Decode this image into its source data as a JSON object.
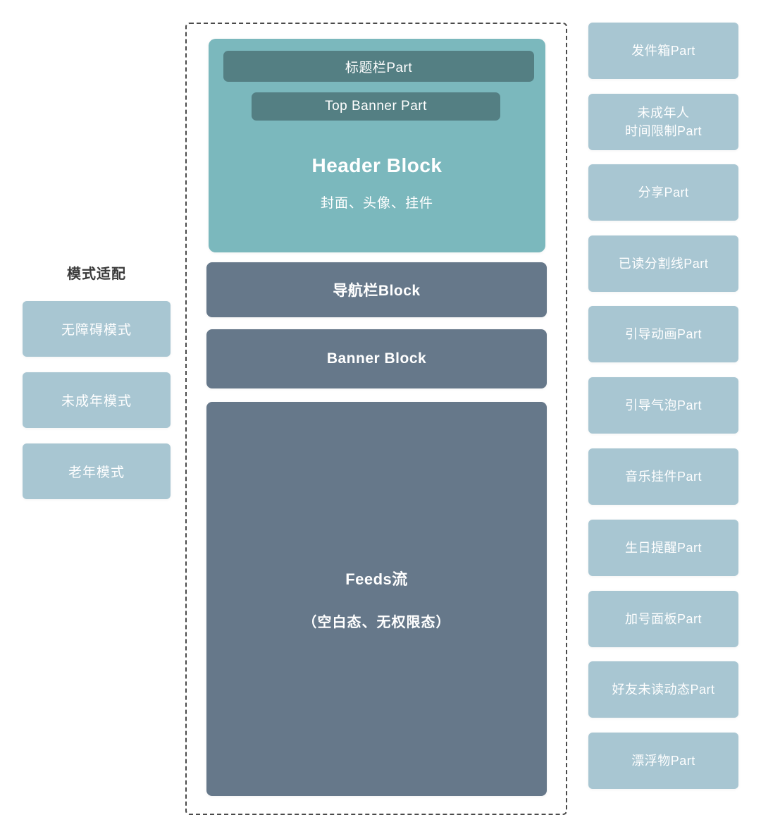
{
  "colors": {
    "teal_block": "#7bb8bd",
    "dark_teal_bar": "#547f83",
    "slate_block": "#66788a",
    "light_blue_box": "#a8c6d2",
    "dashed_border": "#4a4a4a",
    "heading_text": "#3b3b3b",
    "block_text": "#ffffff"
  },
  "left_panel": {
    "title": "模式适配",
    "items": [
      {
        "label": "无障碍模式"
      },
      {
        "label": "未成年模式"
      },
      {
        "label": "老年模式"
      }
    ]
  },
  "center_panel": {
    "header_block": {
      "title_bar_label": "标题栏Part",
      "top_banner_label": "Top Banner Part",
      "title": "Header Block",
      "subtitle": "封面、头像、挂件"
    },
    "nav_block_label": "导航栏Block",
    "banner_block_label": "Banner Block",
    "feeds_block": {
      "title": "Feeds流",
      "subtitle": "（空白态、无权限态）"
    }
  },
  "right_panel": {
    "items": [
      {
        "label": "发件箱Part"
      },
      {
        "label": "未成年人\n时间限制Part"
      },
      {
        "label": "分享Part"
      },
      {
        "label": "已读分割线Part"
      },
      {
        "label": "引导动画Part"
      },
      {
        "label": "引导气泡Part"
      },
      {
        "label": "音乐挂件Part"
      },
      {
        "label": "生日提醒Part"
      },
      {
        "label": "加号面板Part"
      },
      {
        "label": "好友未读动态Part"
      },
      {
        "label": "漂浮物Part"
      }
    ]
  }
}
